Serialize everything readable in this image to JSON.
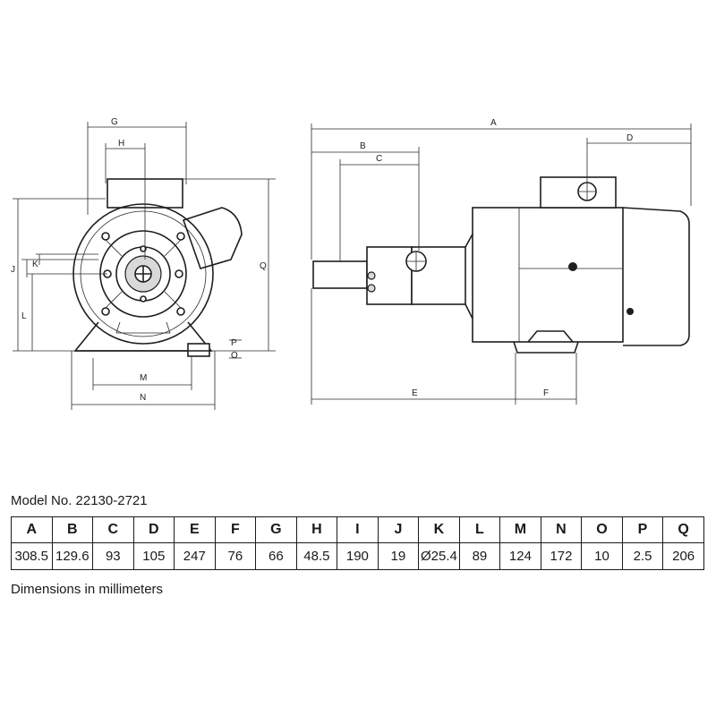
{
  "drawing": {
    "front_view_labels": [
      "G",
      "H",
      "J",
      "K",
      "L",
      "M",
      "N",
      "O",
      "P",
      "Q"
    ],
    "side_view_labels": [
      "A",
      "B",
      "C",
      "D",
      "E",
      "F"
    ]
  },
  "model_title": "Model No. 22130-2721",
  "table": {
    "headers": [
      "A",
      "B",
      "C",
      "D",
      "E",
      "F",
      "G",
      "H",
      "I",
      "J",
      "K",
      "L",
      "M",
      "N",
      "O",
      "P",
      "Q"
    ],
    "values": [
      "308.5",
      "129.6",
      "93",
      "105",
      "247",
      "76",
      "66",
      "48.5",
      "190",
      "19",
      "Ø25.4",
      "89",
      "124",
      "172",
      "10",
      "2.5",
      "206"
    ]
  },
  "footnote": "Dimensions in millimeters"
}
